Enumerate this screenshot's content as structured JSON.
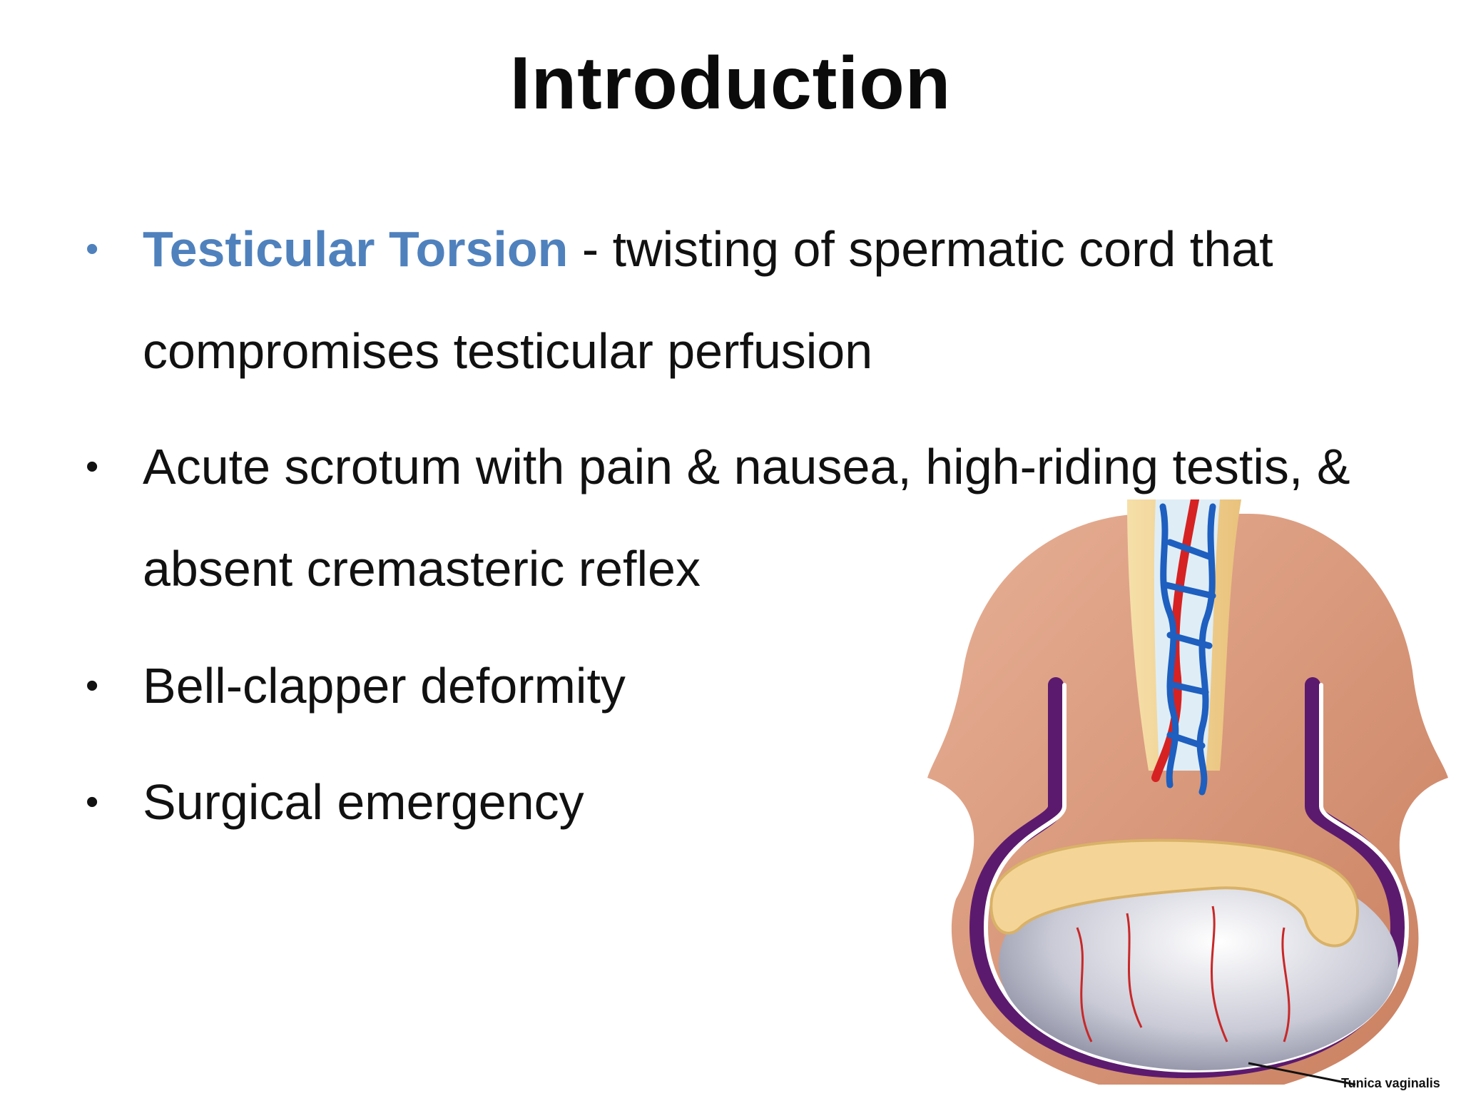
{
  "slide": {
    "title": "Introduction",
    "bullets": [
      {
        "term": "Testicular Torsion",
        "text": " - twisting of spermatic cord that compromises testicular perfusion"
      },
      {
        "term": "",
        "text": "Acute scrotum with pain & nausea, high-riding testis, & absent cremasteric reflex"
      },
      {
        "term": "",
        "text": "Bell-clapper deformity"
      },
      {
        "term": "",
        "text": "Surgical emergency"
      }
    ],
    "bullet_glyph": "•",
    "colors": {
      "accent": "#4f81bd",
      "text": "#111111"
    },
    "illustration": {
      "label": "Tunica vaginalis",
      "icon": "bell-clapper-anatomy-illustration"
    }
  }
}
